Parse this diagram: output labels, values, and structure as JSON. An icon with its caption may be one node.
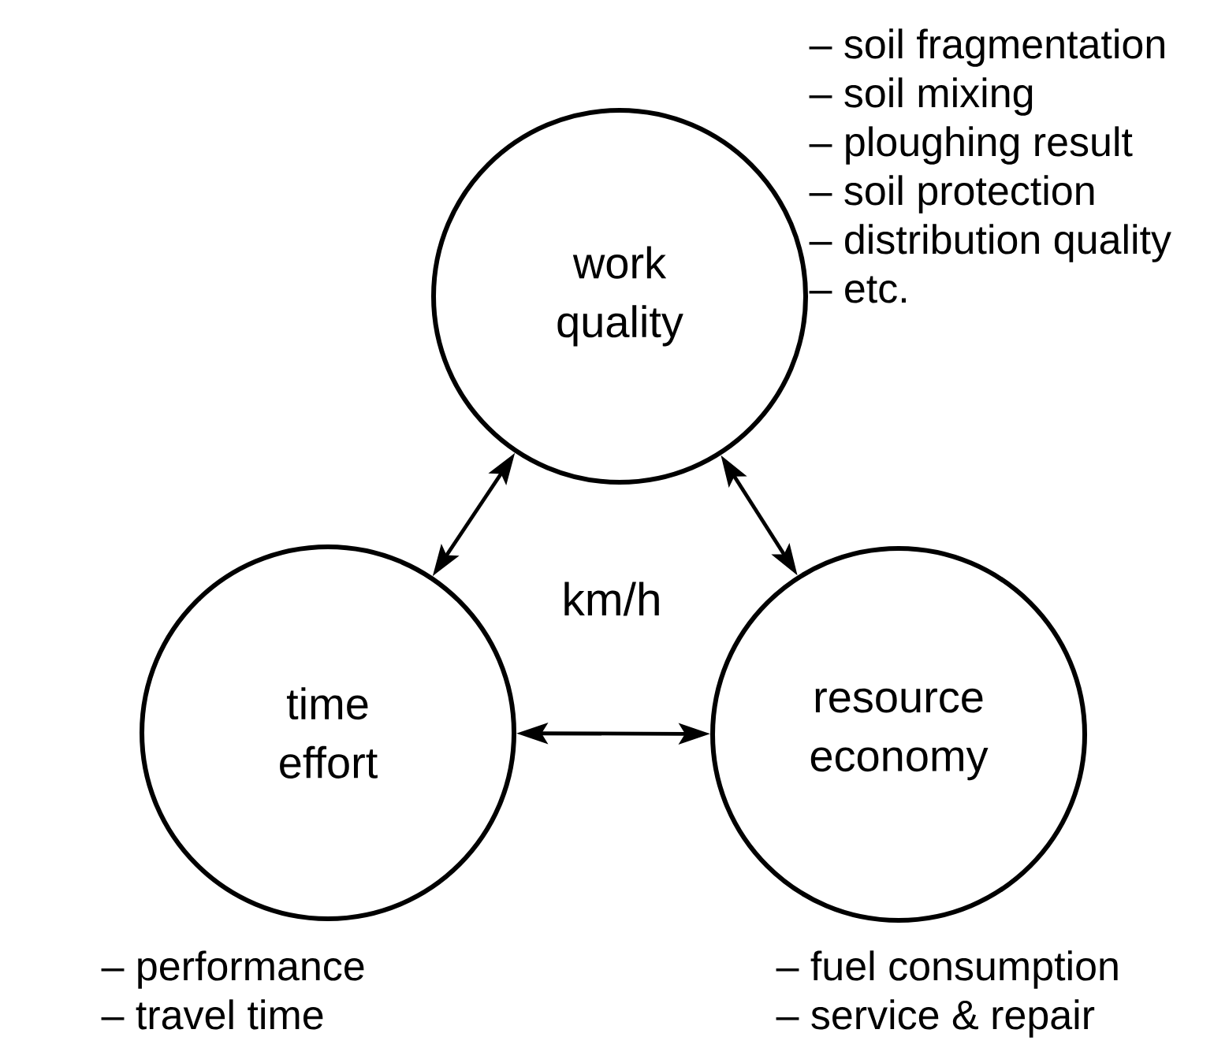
{
  "diagram": {
    "nodes": [
      {
        "text": [
          "work quality"
        ],
        "beside": [
          "– soil fragmentation",
          "– soil mixing",
          "– ploughing result",
          "– soil protection",
          "– distribution quality",
          "– etc."
        ]
      },
      {
        "text": [
          "time effort"
        ],
        "beside": [
          "– performance",
          "– travel time"
        ]
      },
      {
        "text": [
          "resource economy"
        ],
        "beside": [
          "– fuel consumption",
          "– service & repair"
        ]
      }
    ],
    "edges": [
      {
        "from": 0,
        "to": 1,
        "arrow": "both"
      },
      {
        "from": 0,
        "to": 2,
        "arrow": "both"
      },
      {
        "from": 1,
        "to": 2,
        "arrow": "both"
      }
    ],
    "labels": [
      "km/h"
    ]
  }
}
